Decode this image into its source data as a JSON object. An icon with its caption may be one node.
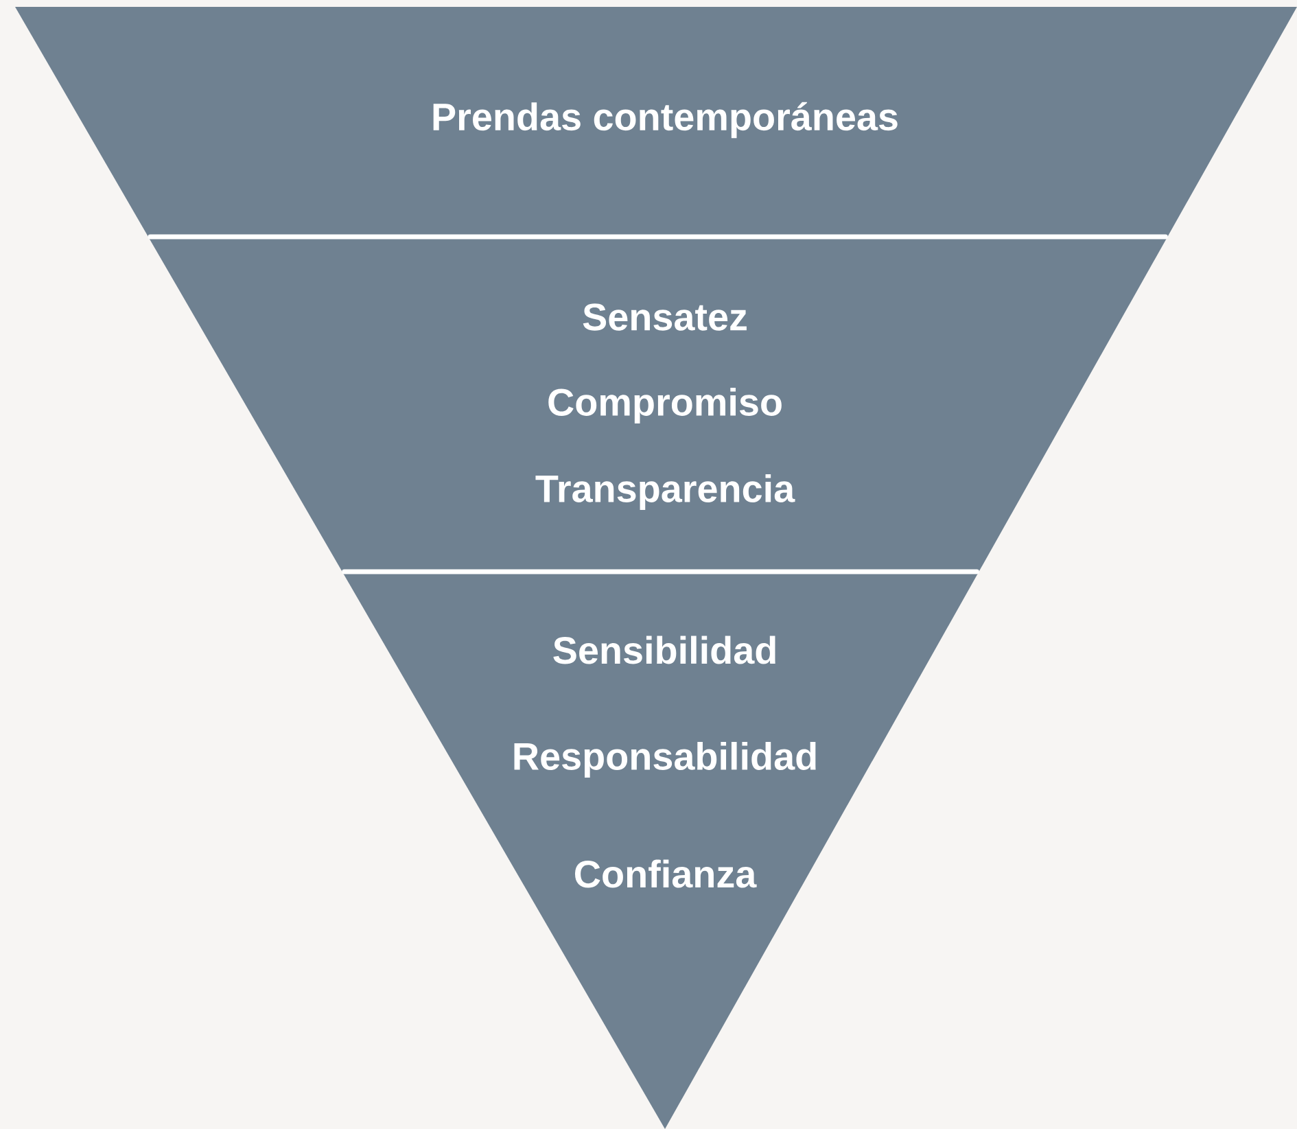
{
  "diagram": {
    "nodes": [
      {
        "text": [
          "Prendas contemporáneas"
        ]
      },
      {
        "text": [
          "Sensatez",
          "Compromiso",
          "Transparencia"
        ]
      },
      {
        "text": [
          "Sensibilidad",
          "Responsabilidad",
          "Confianza"
        ]
      }
    ]
  }
}
